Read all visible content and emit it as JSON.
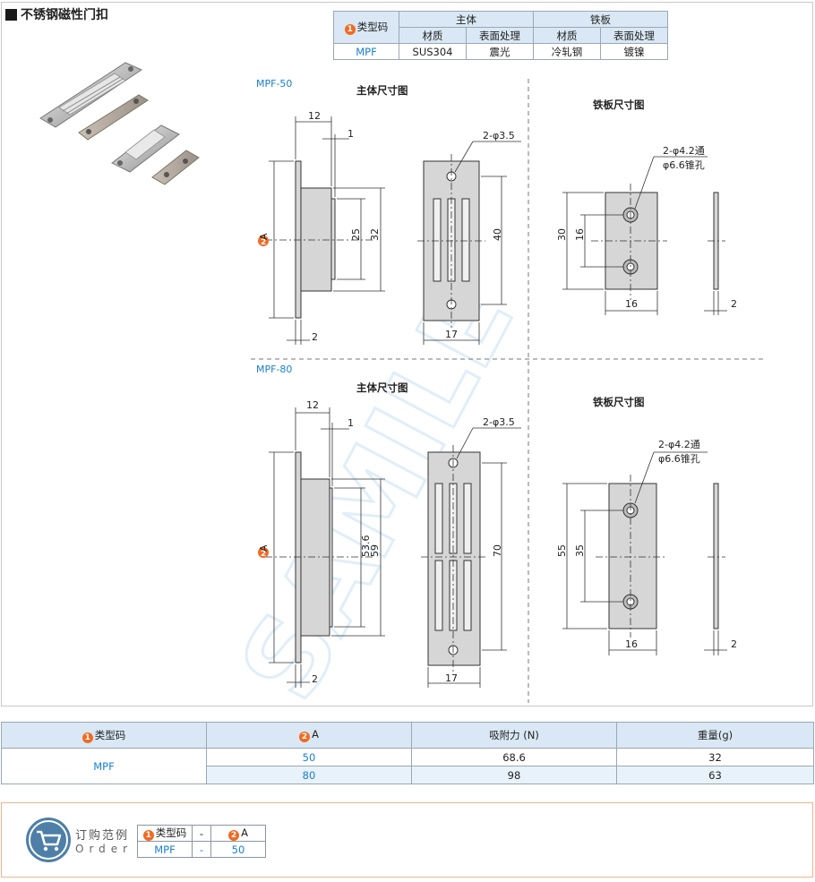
{
  "title": "不锈钢磁性门扣",
  "spec_table": {
    "type_code": "类型码",
    "main_body": "主体",
    "iron_plate": "铁板",
    "material": "材质",
    "surface": "表面处理",
    "row": {
      "code": "MPF",
      "body_material": "SUS304",
      "body_surface": "震光",
      "plate_material": "冷轧钢",
      "plate_surface": "镀镍"
    }
  },
  "drawings": {
    "top": {
      "model": "MPF-50",
      "main_title": "主体尺寸图",
      "plate_title": "铁板尺寸图",
      "dims": {
        "w12": "12",
        "w1": "1",
        "hole": "2-φ3.5",
        "h25": "25",
        "h32": "32",
        "h40": "40",
        "w17": "17",
        "w2": "2",
        "a": "A",
        "plate_hole1": "2-φ4.2通",
        "plate_hole2": "φ6.6锥孔",
        "p30": "30",
        "p16v": "16",
        "p16h": "16",
        "p2": "2"
      }
    },
    "bottom": {
      "model": "MPF-80",
      "main_title": "主体尺寸图",
      "plate_title": "铁板尺寸图",
      "dims": {
        "w12": "12",
        "w1": "1",
        "hole": "2-φ3.5",
        "h53": "53.6",
        "h59": "59",
        "h70": "70",
        "w17": "17",
        "w2": "2",
        "a": "A",
        "plate_hole1": "2-φ4.2通",
        "plate_hole2": "φ6.6锥孔",
        "p55": "55",
        "p35": "35",
        "p16h": "16",
        "p2": "2"
      }
    }
  },
  "watermark": "SAMILE",
  "spec_list": {
    "headers": {
      "type_code": "类型码",
      "a": "A",
      "force": "吸附力 (N)",
      "weight": "重量(g)"
    },
    "code": "MPF",
    "rows": [
      {
        "a": "50",
        "force": "68.6",
        "weight": "32"
      },
      {
        "a": "80",
        "force": "98",
        "weight": "63"
      }
    ]
  },
  "order_example": {
    "label_cn": "订购范例",
    "label_en": "Order",
    "headers": {
      "type_code": "类型码",
      "dash": "-",
      "a": "A"
    },
    "values": {
      "code": "MPF",
      "dash": "-",
      "a": "50"
    }
  },
  "colors": {
    "accent": "#1a7fd1",
    "badge": "#f26a22",
    "header_bg": "#d9e8f4",
    "icon": "#4d7fa8"
  }
}
